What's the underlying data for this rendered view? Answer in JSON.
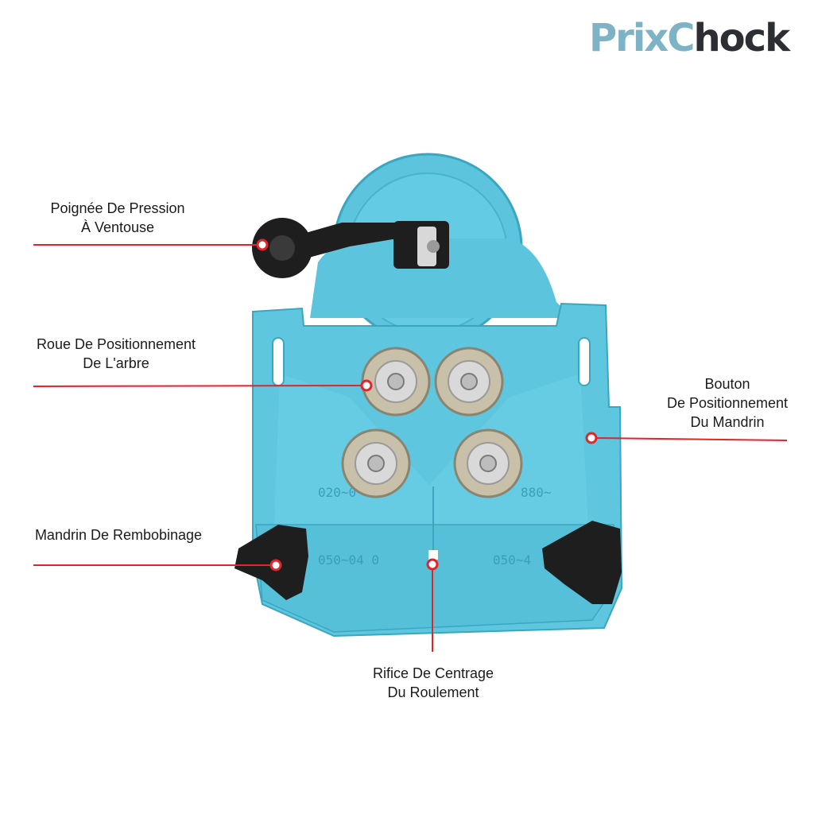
{
  "brand": {
    "part1": "Prix",
    "part2": "C",
    "part3": "hock"
  },
  "colors": {
    "tool": "#5cc4dc",
    "tool_dark": "#3aa6c0",
    "callout_line": "#e0262b",
    "knob": "#1e1e1e",
    "bearing": "#c8c0a8"
  },
  "callouts": [
    {
      "line1": "Poignée De Pression",
      "line2": "À Ventouse"
    },
    {
      "line1": "Roue De Positionnement",
      "line2": "De L'arbre"
    },
    {
      "line1": "Bouton",
      "line2": "De Positionnement",
      "line3": "Du Mandrin"
    },
    {
      "line1": "Mandrin De Rembobinage"
    },
    {
      "line1": "Rifice De Centrage",
      "line2": "Du Roulement"
    }
  ]
}
